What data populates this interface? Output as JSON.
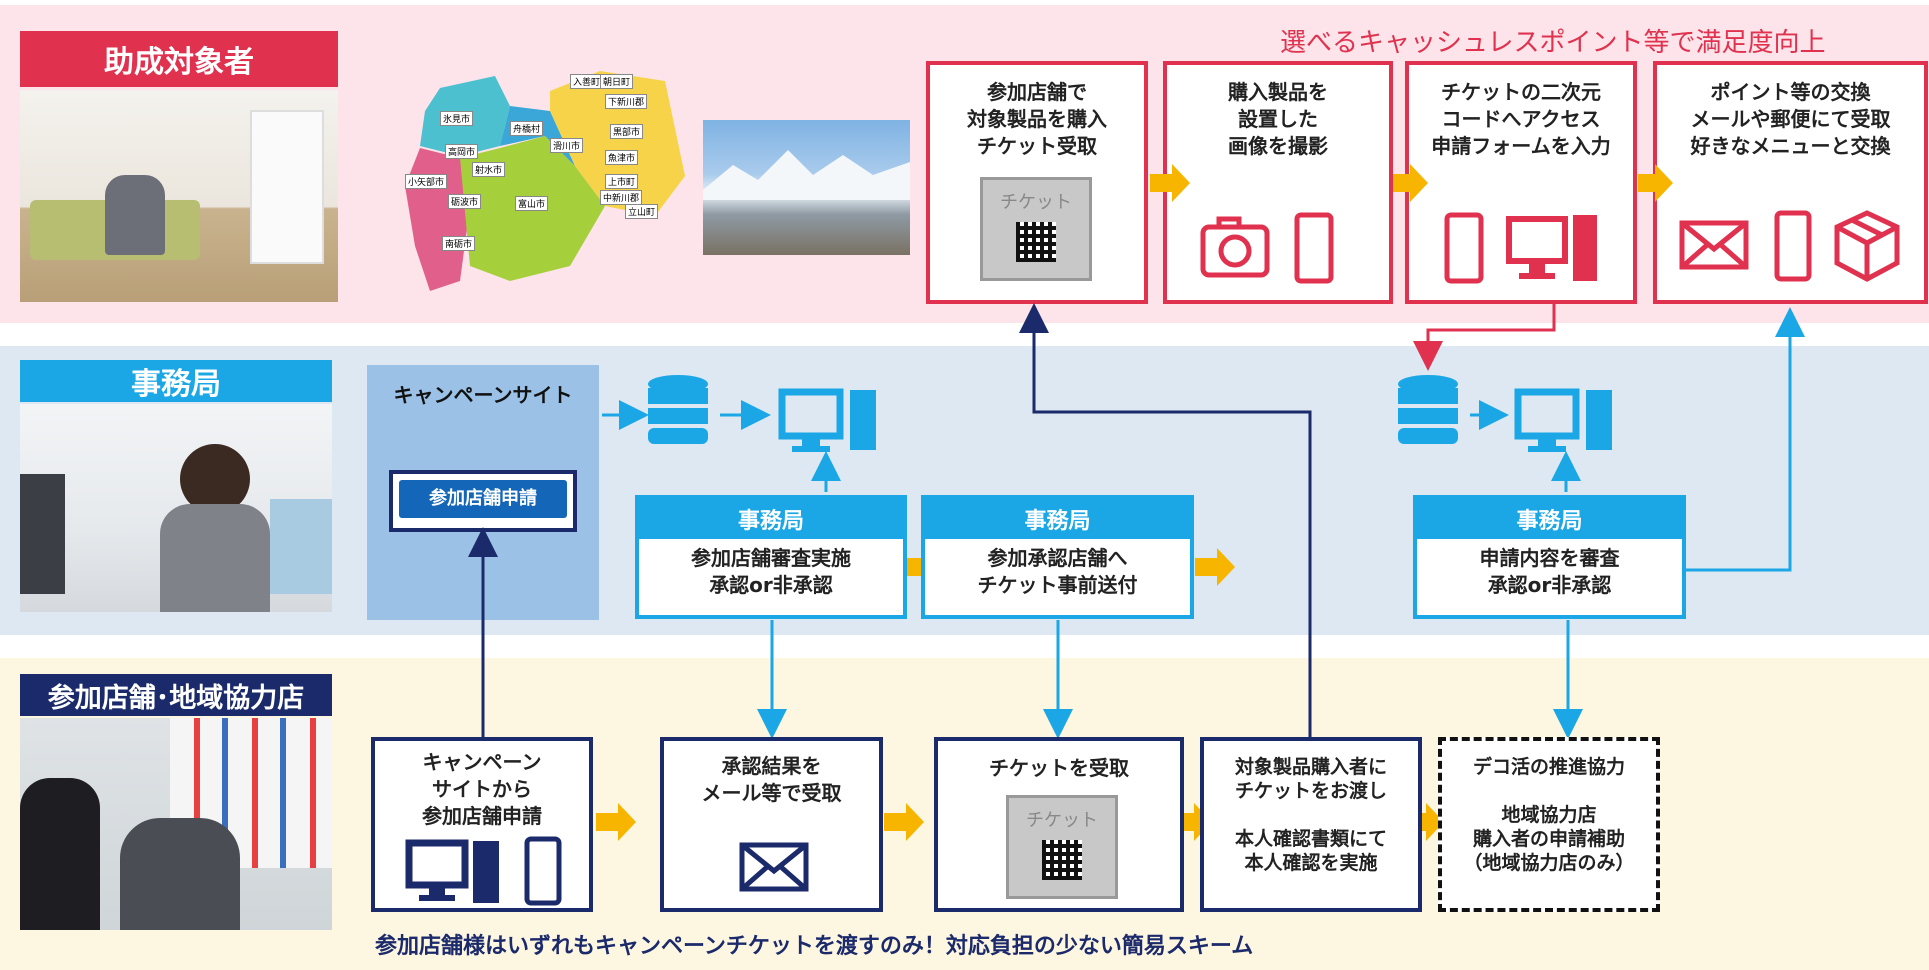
{
  "colors": {
    "pink": "#e0324f",
    "navy": "#1b2a6b",
    "cyan": "#1ba7e6",
    "arrow_yellow": "#f7b500"
  },
  "sections": {
    "subsidy": "助成対象者",
    "office": "事務局",
    "stores": "参加店舗･地域協力店"
  },
  "headline": "選べるキャッシュレスポイント等で満足度向上",
  "map": {
    "cities": [
      "氷見市",
      "高岡市",
      "射水市",
      "小矢部市",
      "砺波市",
      "南砺市",
      "舟橋村",
      "滑川市",
      "富山市",
      "入善町",
      "朝日町",
      "下新川郡",
      "黒部市",
      "魚津市",
      "上市町",
      "中新川郡",
      "立山町"
    ]
  },
  "top_steps": [
    {
      "text": "参加店舗で\n対象製品を購入\nチケット受取",
      "ticket": "チケット"
    },
    {
      "text": "購入製品を\n設置した\n画像を撮影",
      "icons": [
        "camera-icon",
        "smartphone-icon"
      ]
    },
    {
      "text": "チケットの二次元\nコードへアクセス\n申請フォームを入力",
      "icons": [
        "smartphone-icon",
        "desktop-pc-icon"
      ]
    },
    {
      "text": "ポイント等の交換\nメールや郵便にて受取\n好きなメニューと交換",
      "icons": [
        "mail-icon",
        "smartphone-icon",
        "package-icon"
      ]
    }
  ],
  "campaign_site": {
    "title": "キャンペーンサイト",
    "button": "参加店舗申請"
  },
  "office_boxes": [
    {
      "head": "事務局",
      "body": "参加店舗審査実施\n承認or非承認"
    },
    {
      "head": "事務局",
      "body": "参加承認店舗へ\nチケット事前送付"
    },
    {
      "head": "事務局",
      "body": "申請内容を審査\n承認or非承認"
    }
  ],
  "bottom_steps": [
    {
      "text": "キャンペーン\nサイトから\n参加店舗申請",
      "icons": [
        "desktop-pc-icon",
        "smartphone-icon"
      ]
    },
    {
      "text": "承認結果を\nメール等で受取",
      "icons": [
        "mail-icon"
      ]
    },
    {
      "text": "チケットを受取",
      "ticket": "チケット"
    },
    {
      "text": "対象製品購入者に\nチケットをお渡し\n\n本人確認書類にて\n本人確認を実施"
    },
    {
      "text": "デコ活の推進協力\n\n地域協力店\n購入者の申請補助\n（地域協力店のみ）"
    }
  ],
  "footer": "参加店舗様はいずれもキャンペーンチケットを渡すのみ！対応負担の少ない簡易スキーム"
}
